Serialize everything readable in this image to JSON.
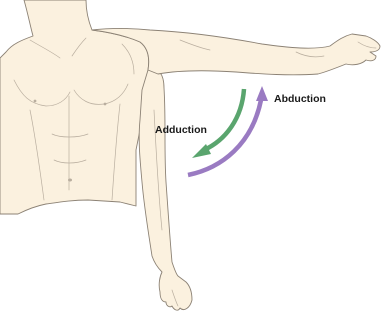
{
  "labels": {
    "abduction": "Abduction",
    "adduction": "Adduction"
  },
  "colors": {
    "skin": "#fbf1df",
    "outline": "#8c8275",
    "adduction_arrow": "#5aa56e",
    "abduction_arrow": "#9a7bc2"
  },
  "icons": [
    "torso-figure",
    "raised-arm",
    "lowered-arm",
    "adduction-arrow",
    "abduction-arrow"
  ]
}
